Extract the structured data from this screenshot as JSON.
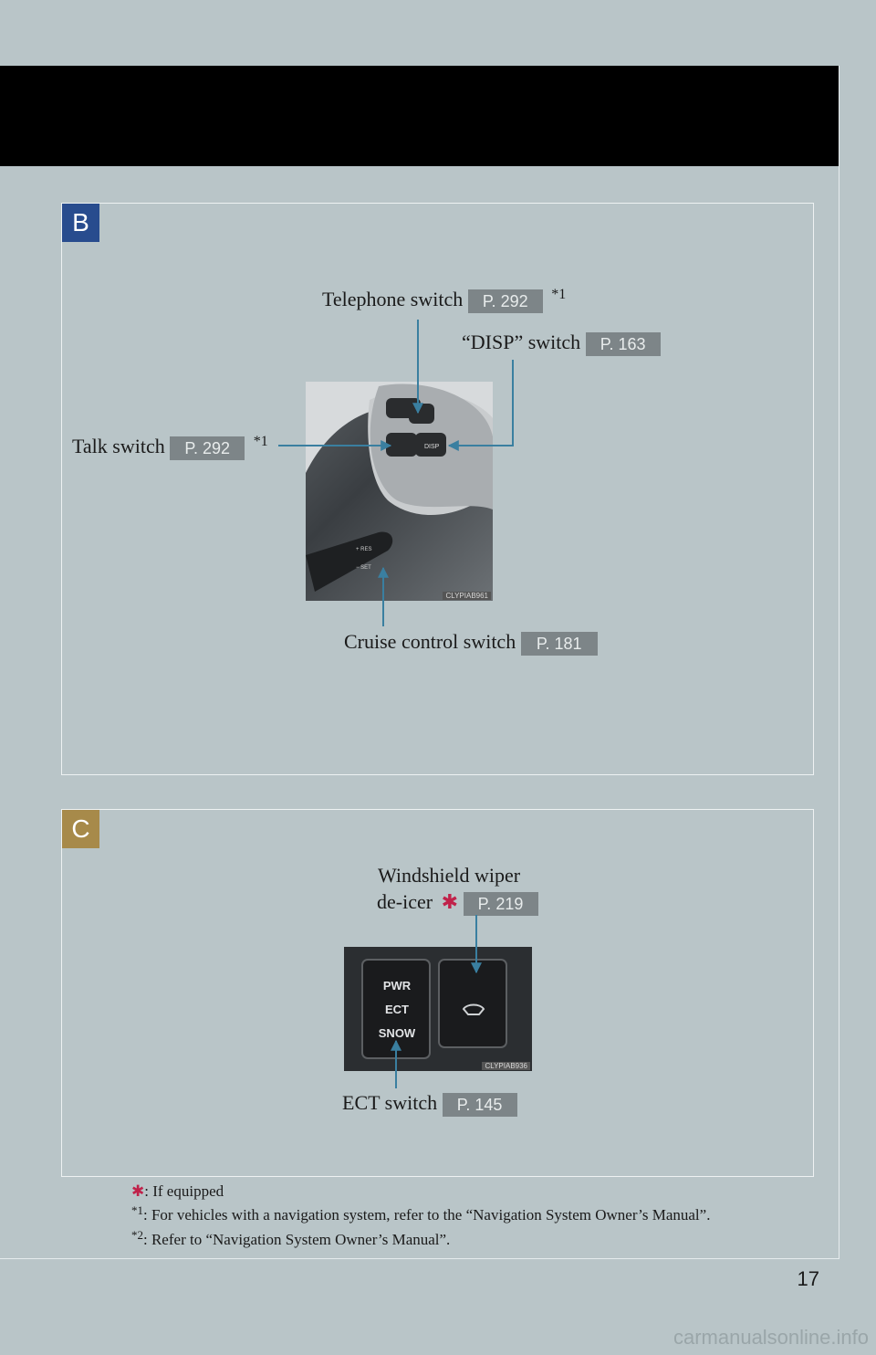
{
  "section_b": {
    "badge": "B",
    "telephone": {
      "label": "Telephone switch",
      "ref": "P. 292",
      "note": "*1"
    },
    "disp": {
      "label": "“DISP” switch",
      "ref": "P. 163"
    },
    "talk": {
      "label": "Talk switch",
      "ref": "P. 292",
      "note": "*1"
    },
    "cruise": {
      "label": "Cruise control switch",
      "ref": "P. 181"
    },
    "photo_code": "CLYPIAB961"
  },
  "section_c": {
    "badge": "C",
    "wiper": {
      "label_line1": "Windshield wiper",
      "label_line2": "de-icer",
      "star": "✱",
      "ref": "P. 219"
    },
    "ect": {
      "label": "ECT switch",
      "ref": "P. 145"
    },
    "button_lines": [
      "PWR",
      "ECT",
      "SNOW"
    ],
    "photo_code": "CLYPIAB936"
  },
  "footnotes": {
    "equipped_mark": "✱",
    "equipped_text": ": If equipped",
    "note1_mark": "*1",
    "note1_text": ": For vehicles with a navigation system, refer to the “Navigation System Owner’s Manual”.",
    "note2_mark": "*2",
    "note2_text": ": Refer to “Navigation System Owner’s Manual”."
  },
  "page_number": "17",
  "watermark": "carmanualsonline.info"
}
